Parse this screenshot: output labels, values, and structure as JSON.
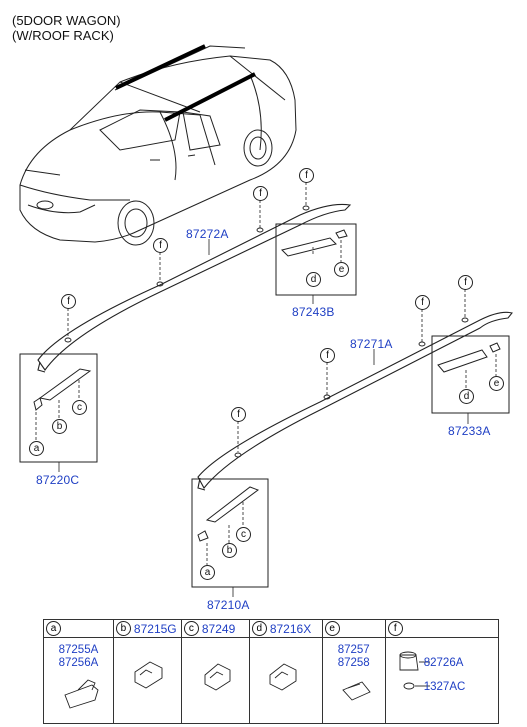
{
  "header": {
    "line1": "(5DOOR WAGON)",
    "line2": "(W/ROOF RACK)"
  },
  "callouts": {
    "rail_upper": "87272A",
    "rail_lower": "87271A",
    "box_upper_left": "87220C",
    "box_upper_right": "87243B",
    "box_lower_left": "87210A",
    "box_lower_right": "87233A"
  },
  "letters": {
    "a": "a",
    "b": "b",
    "c": "c",
    "d": "d",
    "e": "e",
    "f": "f"
  },
  "table": {
    "cols": [
      {
        "letter": "a",
        "code": "",
        "body": [
          "87255A",
          "87256A"
        ]
      },
      {
        "letter": "b",
        "code": "87215G",
        "body": []
      },
      {
        "letter": "c",
        "code": "87249",
        "body": []
      },
      {
        "letter": "d",
        "code": "87216X",
        "body": []
      },
      {
        "letter": "e",
        "code": "",
        "body": [
          "87257",
          "87258"
        ]
      },
      {
        "letter": "f",
        "code": "",
        "body": [
          "82726A",
          "1327AC"
        ]
      }
    ]
  }
}
